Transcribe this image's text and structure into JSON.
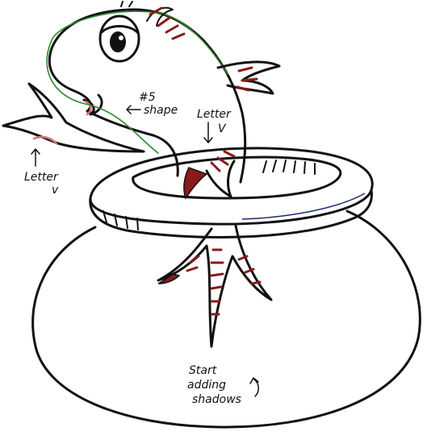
{
  "colors": {
    "ink": "#111111",
    "guide_line": "#2e8b2e",
    "fin_red": "#8b1a1a",
    "accent_pink": "#e06a7a",
    "background": "#ffffff"
  },
  "annotations": {
    "shape5_line1": "#5",
    "shape5_line2": "shape",
    "letter_v_right_line1": "Letter",
    "letter_v_right_line2": "V",
    "letter_v_left_line1": "Letter",
    "letter_v_left_line2": "v",
    "shadows_line1": "Start",
    "shadows_line2": "adding",
    "shadows_line3": "shadows"
  }
}
